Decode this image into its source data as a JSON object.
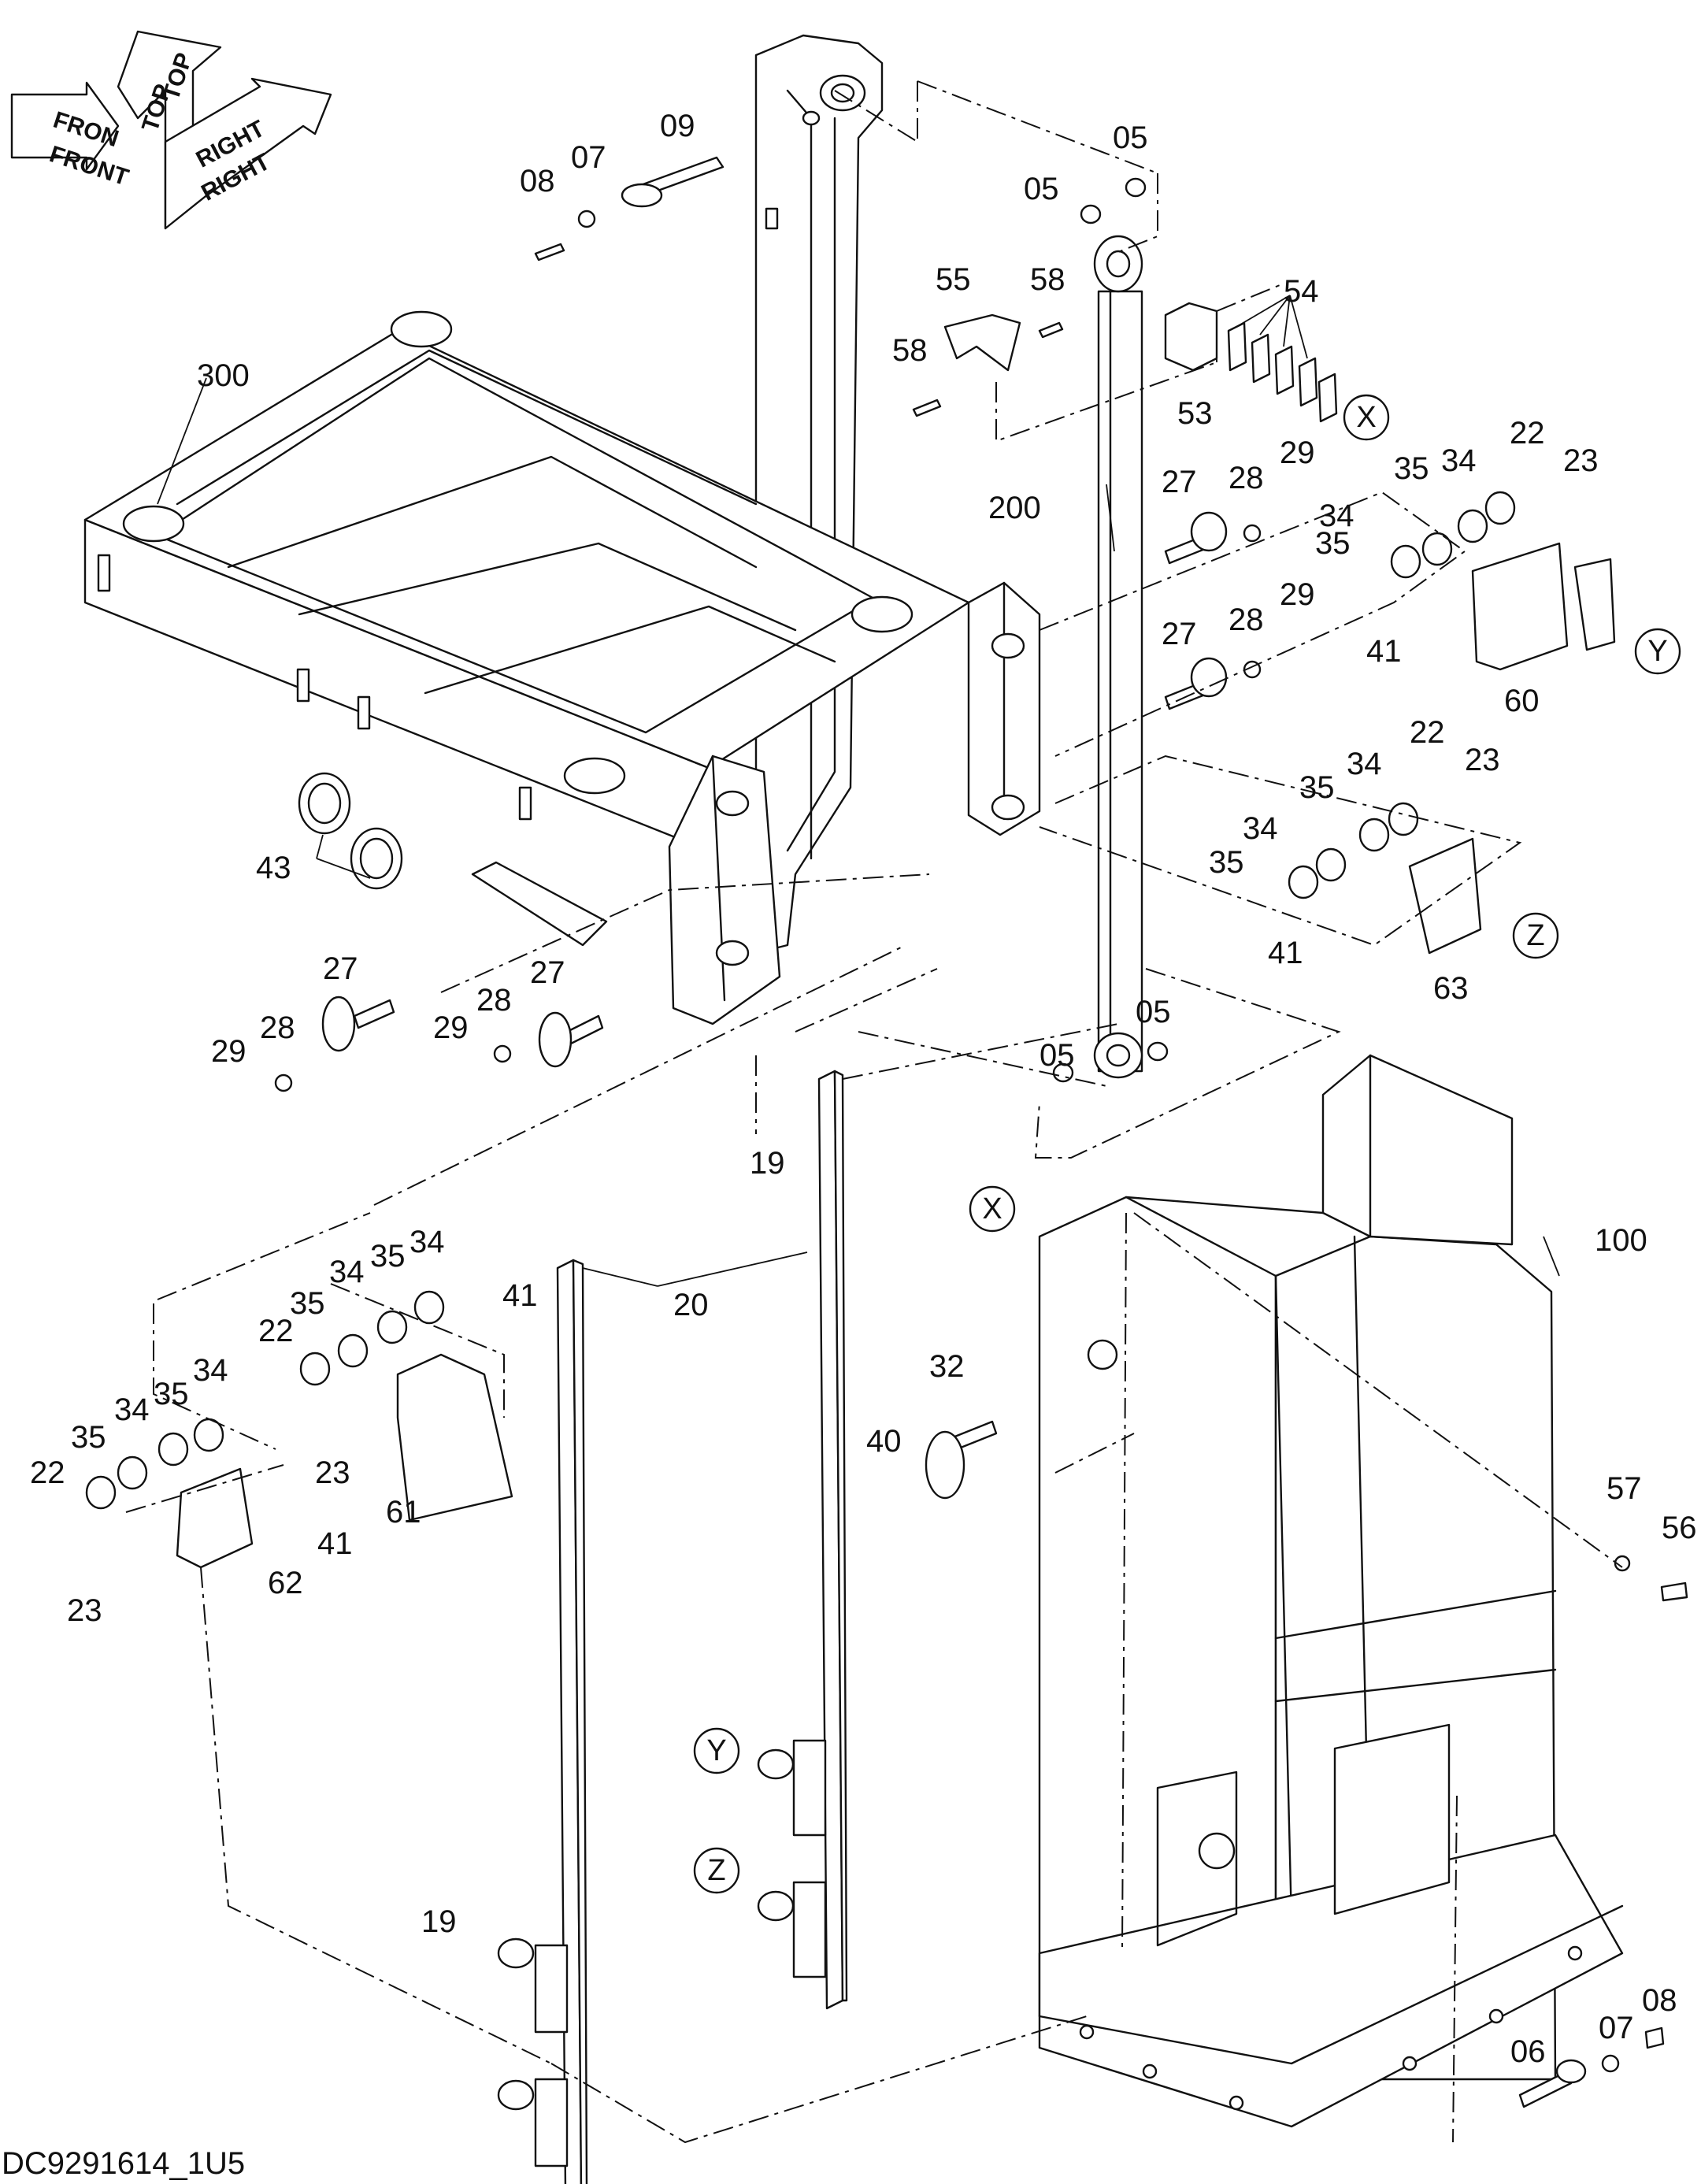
{
  "drawing_code": "DC9291614_1U5",
  "orientation": {
    "top": "TOP",
    "front": "FRONT",
    "right": "RIGHT",
    "front_partial": "FRON"
  },
  "callouts": {
    "x": "X",
    "y": "Y",
    "z": "Z"
  },
  "part_labels": [
    "08",
    "07",
    "09",
    "05",
    "05",
    "58",
    "55",
    "54",
    "58",
    "53",
    "300",
    "200",
    "27",
    "28",
    "29",
    "35",
    "34",
    "22",
    "23",
    "34",
    "35",
    "27",
    "28",
    "29",
    "41",
    "60",
    "43",
    "22",
    "23",
    "35",
    "34",
    "34",
    "35",
    "41",
    "63",
    "27",
    "27",
    "29",
    "28",
    "29",
    "28",
    "05",
    "05",
    "19",
    "35",
    "34",
    "35",
    "34",
    "41",
    "22",
    "35",
    "34",
    "35",
    "34",
    "23",
    "22",
    "61",
    "41",
    "62",
    "23",
    "20",
    "32",
    "40",
    "100",
    "57",
    "56",
    "19",
    "07",
    "08",
    "06"
  ]
}
